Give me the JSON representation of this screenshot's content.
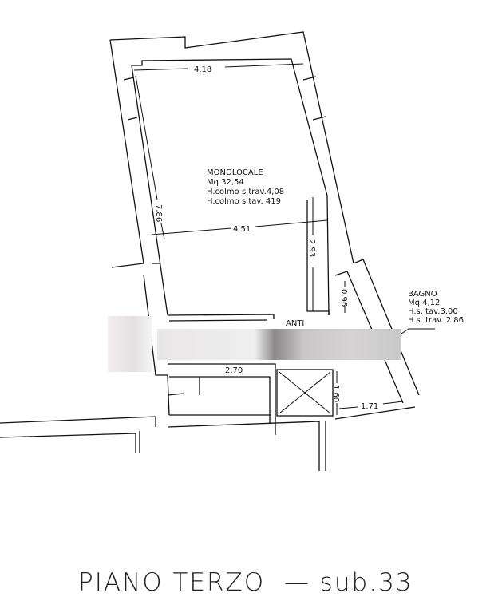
{
  "rooms": {
    "monolocale": {
      "name": "MONOLOCALE",
      "area": "Mq 32,54",
      "line1": "H.colmo s.trav.4,08",
      "line2": "H.colmo s.tav. 419"
    },
    "bagno": {
      "name": "BAGNO",
      "area": "Mq 4,12",
      "line1": "H.s. tav.3.00",
      "line2": "H.s. trav. 2.86"
    },
    "anti": {
      "name": "ANTI"
    }
  },
  "dimensions": {
    "top": "4.18",
    "middle": "4.51",
    "left": "7.86",
    "right": "2.93",
    "bagno_h": "0.96",
    "stair_h": "1.60",
    "bagno_w": "1.71",
    "anti_w": "2.70"
  },
  "title": "PIANO TERZO  — sub.33"
}
